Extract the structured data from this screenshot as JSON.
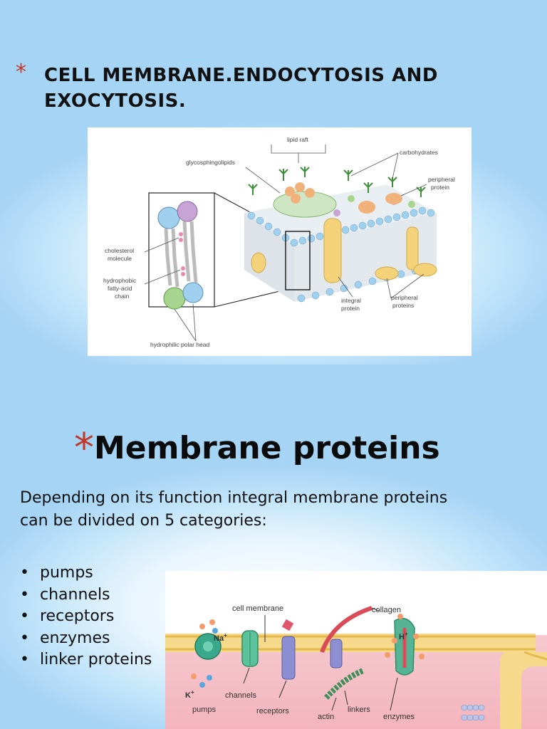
{
  "slide1": {
    "title": "CELL MEMBRANE.ENDOCYTOSIS AND EXOCYTOSIS.",
    "figure": {
      "labels": {
        "lipid_raft": "lipid raft",
        "glycosphingolipids": "glycosphingolipids",
        "carbohydrates": "carbohydrates",
        "peripheral_protein_1": "peripheral",
        "peripheral_protein_2": "protein",
        "cholesterol_1": "cholesterol",
        "cholesterol_2": "molecule",
        "hydrophobic_1": "hydrophobic",
        "hydrophobic_2": "fatty-acid",
        "hydrophobic_3": "chain",
        "integral_1": "integral",
        "integral_2": "protein",
        "peripheral_proteins_1": "peripheral",
        "peripheral_proteins_2": "proteins",
        "polar_head": "hydrophilic polar head"
      }
    }
  },
  "slide2": {
    "title": "Membrane proteins",
    "intro": "Depending on its function integral membrane proteins can be divided on 5 categories:",
    "bullets": [
      "pumps",
      "channels",
      "receptors",
      "enzymes",
      "linker proteins"
    ],
    "figure": {
      "labels": {
        "cell_membrane": "cell membrane",
        "collagen": "collagen",
        "na": "Na",
        "h": "H",
        "k": "K",
        "plus": "+",
        "channels": "channels",
        "pumps": "pumps",
        "receptors": "receptors",
        "actin": "actin",
        "linkers": "linkers",
        "enzymes": "enzymes"
      }
    }
  },
  "colors": {
    "accent_star": "#c0392b",
    "background": "#a9d6f5"
  }
}
